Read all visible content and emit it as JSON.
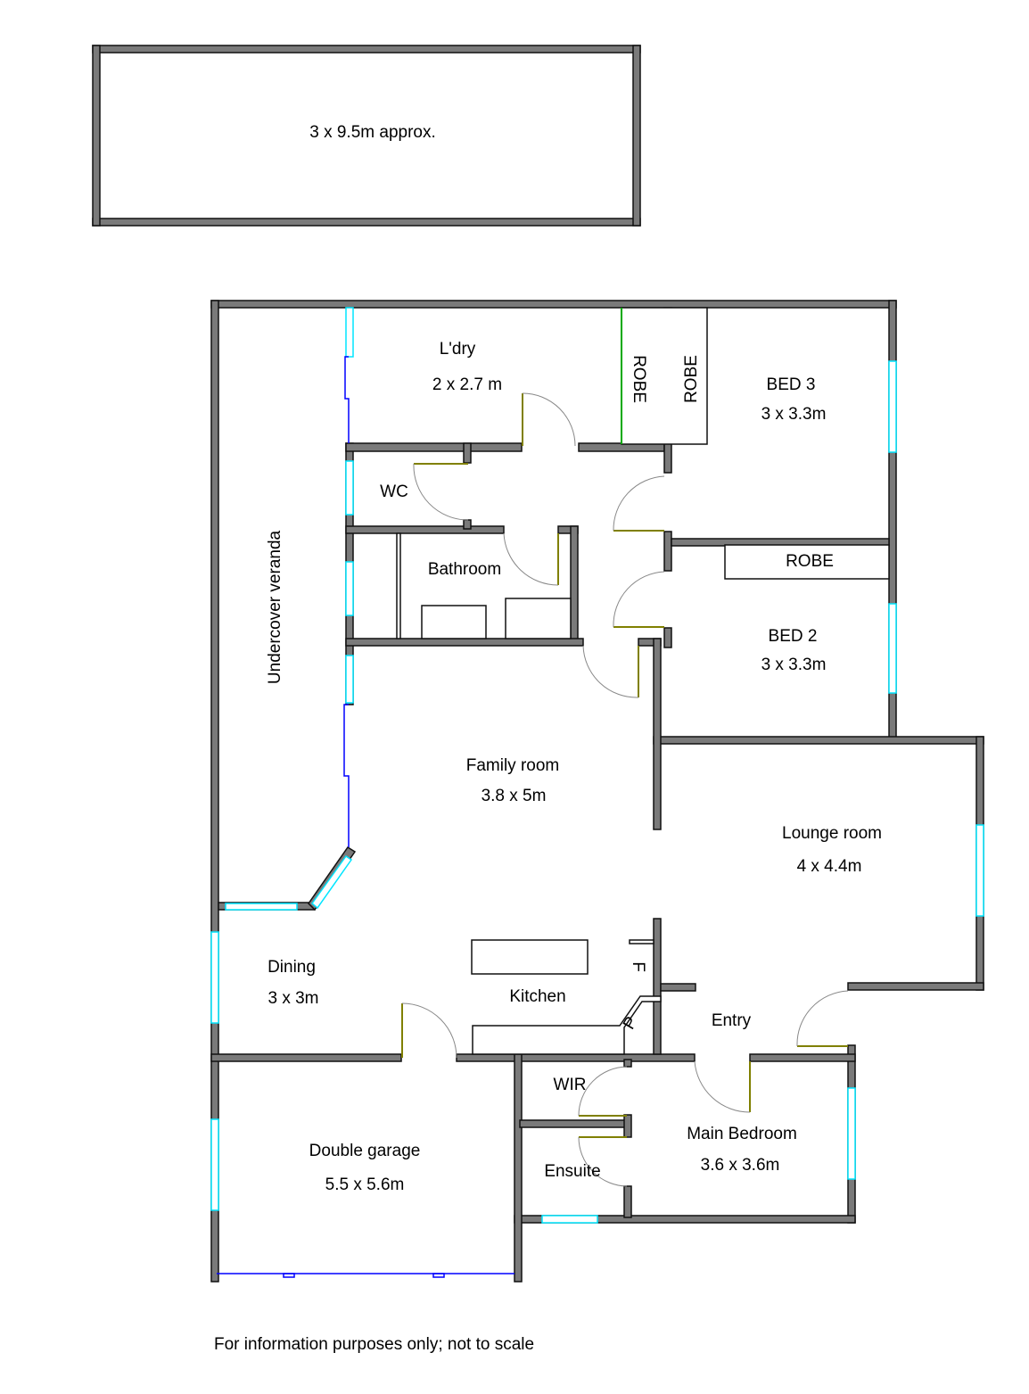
{
  "shed": {
    "label": "3 x 9.5m approx."
  },
  "rooms": {
    "laundry": {
      "name": "L'dry",
      "size": "2 x 2.7 m"
    },
    "robe_1": {
      "name": "ROBE"
    },
    "robe_2": {
      "name": "ROBE"
    },
    "bed3": {
      "name": "BED 3",
      "size": "3 x 3.3m"
    },
    "wc": {
      "name": "WC"
    },
    "bathroom": {
      "name": "Bathroom"
    },
    "robe_3": {
      "name": "ROBE"
    },
    "bed2": {
      "name": "BED 2",
      "size": "3 x 3.3m"
    },
    "veranda": {
      "name": "Undercover veranda"
    },
    "family": {
      "name": "Family room",
      "size": "3.8 x 5m"
    },
    "lounge": {
      "name": "Lounge room",
      "size": "4 x 4.4m"
    },
    "dining": {
      "name": "Dining",
      "size": "3 x 3m"
    },
    "kitchen": {
      "name": "Kitchen"
    },
    "fridge": {
      "name": "F"
    },
    "pantry": {
      "name": "P"
    },
    "entry": {
      "name": "Entry"
    },
    "wir": {
      "name": "WIR"
    },
    "ensuite": {
      "name": "Ensuite"
    },
    "main_bed": {
      "name": "Main Bedroom",
      "size": "3.6 x 3.6m"
    },
    "garage": {
      "name": "Double garage",
      "size": "5.5 x 5.6m"
    }
  },
  "footer": {
    "note": "For information purposes only; not to scale"
  },
  "colors": {
    "wall": "#7a7a7a",
    "window": "#00e5ff",
    "sliding_door": "#0000ff",
    "door_leaf": "#808000"
  }
}
